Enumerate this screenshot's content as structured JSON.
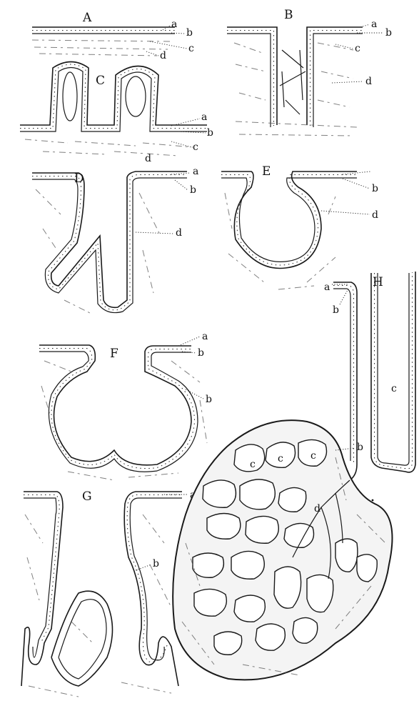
{
  "panels": [
    {
      "id": "A",
      "label": "A",
      "parts": [
        "a",
        "b",
        "c",
        "d"
      ]
    },
    {
      "id": "B",
      "label": "B",
      "parts": [
        "a",
        "b",
        "c",
        "d"
      ]
    },
    {
      "id": "C",
      "label": "C",
      "parts": [
        "a",
        "b",
        "c",
        "d"
      ]
    },
    {
      "id": "D",
      "label": "D",
      "parts": [
        "a",
        "b",
        "d"
      ]
    },
    {
      "id": "E",
      "label": "E",
      "parts": [
        "b",
        "d"
      ]
    },
    {
      "id": "F",
      "label": "F",
      "parts": [
        "a",
        "b",
        "b"
      ]
    },
    {
      "id": "G",
      "label": "G",
      "parts": [
        "a",
        "b"
      ]
    },
    {
      "id": "H",
      "label": "H",
      "parts": [
        "a",
        "b",
        "c",
        "b",
        "c",
        "c",
        "c",
        "d"
      ]
    }
  ]
}
